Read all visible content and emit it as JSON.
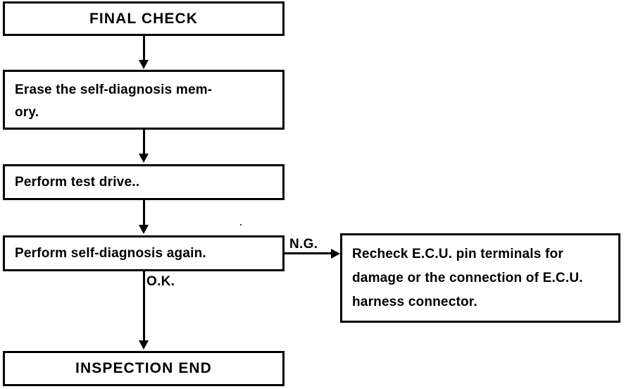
{
  "diagram": {
    "title": "FINAL CHECK",
    "type": "flowchart",
    "nodes": [
      {
        "id": "final-check",
        "label": "FINAL CHECK",
        "style": "header"
      },
      {
        "id": "erase-memory",
        "label": "Erase the self-diagnosis mem-\nory.",
        "style": "process"
      },
      {
        "id": "test-drive",
        "label": "Perform test drive..",
        "style": "process"
      },
      {
        "id": "self-diagnosis-again",
        "label": "Perform self-diagnosis again.",
        "style": "process"
      },
      {
        "id": "recheck-ecu",
        "label": "Recheck E.C.U. pin terminals for damage or the connection of E.C.U. harness connector.",
        "style": "process"
      },
      {
        "id": "inspection-end",
        "label": "INSPECTION END",
        "style": "terminator"
      }
    ],
    "edges": [
      {
        "id": "e1",
        "from": "final-check",
        "to": "erase-memory",
        "label": "",
        "direction": "down"
      },
      {
        "id": "e2",
        "from": "erase-memory",
        "to": "test-drive",
        "label": "",
        "direction": "down"
      },
      {
        "id": "e3",
        "from": "test-drive",
        "to": "self-diagnosis-again",
        "label": "",
        "direction": "down"
      },
      {
        "id": "e4",
        "from": "self-diagnosis-again",
        "to": "recheck-ecu",
        "label": "N.G.",
        "direction": "right"
      },
      {
        "id": "e5",
        "from": "self-diagnosis-again",
        "to": "inspection-end",
        "label": "O.K.",
        "direction": "down"
      }
    ],
    "labels": {
      "ng": "N.G.",
      "ok": "O.K."
    },
    "colors": {
      "stroke": "#000000",
      "fill": "#ffffff",
      "text": "#000000"
    }
  }
}
